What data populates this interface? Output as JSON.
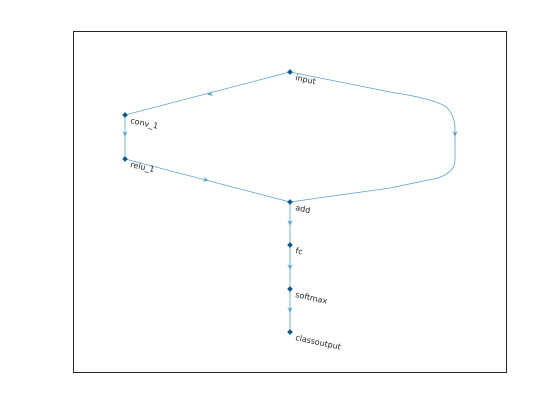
{
  "diagram": {
    "colors": {
      "edge": "#5aa0d0",
      "node": "#0b5a8a",
      "text": "#262626",
      "axes": "#262626"
    },
    "nodes": [
      {
        "id": "input",
        "label": "input"
      },
      {
        "id": "conv_1",
        "label": "conv_1"
      },
      {
        "id": "relu_1",
        "label": "relu_1"
      },
      {
        "id": "add",
        "label": "add"
      },
      {
        "id": "fc",
        "label": "fc"
      },
      {
        "id": "softmax",
        "label": "softmax"
      },
      {
        "id": "classoutput",
        "label": "classoutput"
      }
    ],
    "edges": [
      {
        "from": "input",
        "to": "conv_1"
      },
      {
        "from": "conv_1",
        "to": "relu_1"
      },
      {
        "from": "relu_1",
        "to": "add"
      },
      {
        "from": "input",
        "to": "add"
      },
      {
        "from": "add",
        "to": "fc"
      },
      {
        "from": "fc",
        "to": "softmax"
      },
      {
        "from": "softmax",
        "to": "classoutput"
      }
    ]
  }
}
